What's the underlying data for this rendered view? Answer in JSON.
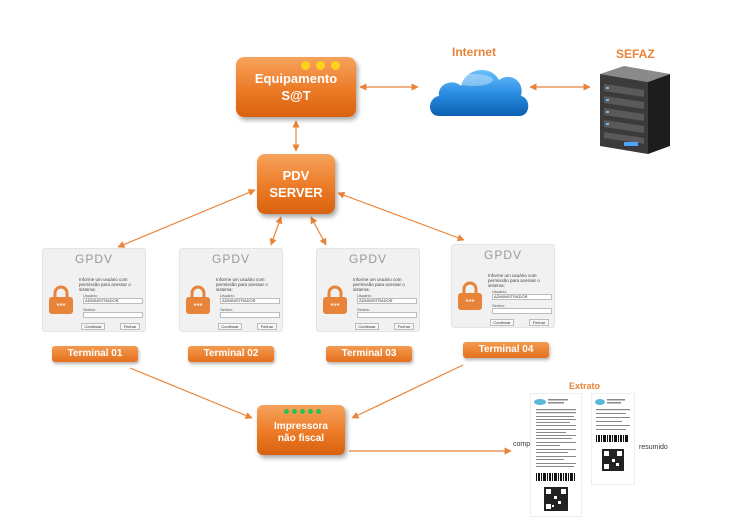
{
  "nodes": {
    "sat": {
      "line1": "Equipamento",
      "line2": "S@T"
    },
    "internet": "Internet",
    "sefaz": "SEFAZ",
    "pdv": {
      "line1": "PDV",
      "line2": "SERVER"
    },
    "printer": {
      "line1": "Impressora",
      "line2": "não fiscal"
    },
    "extrato": "Extrato",
    "completo": "completo",
    "resumido": "resumido"
  },
  "terminals": [
    {
      "label": "Terminal 01",
      "user": "ADMINISTRADOR"
    },
    {
      "label": "Terminal 02",
      "user": "ADMINISTRADOR"
    },
    {
      "label": "Terminal 03",
      "user": "ADMINISTRADOR"
    },
    {
      "label": "Terminal 04",
      "user": "ADMINISTRADOR"
    }
  ],
  "login_panel": {
    "brand": "GPDV",
    "message": "Informe um usuário com permissão para acessar o sistema:",
    "user_label": "Usuário:",
    "password_label": "Senha:",
    "continue": "Continuar",
    "close": "Fechar",
    "lock_code": "***"
  },
  "colors": {
    "accent_orange": "#ec7a26",
    "arrow": "#e8843a",
    "cloud": "#1f7fd0"
  }
}
